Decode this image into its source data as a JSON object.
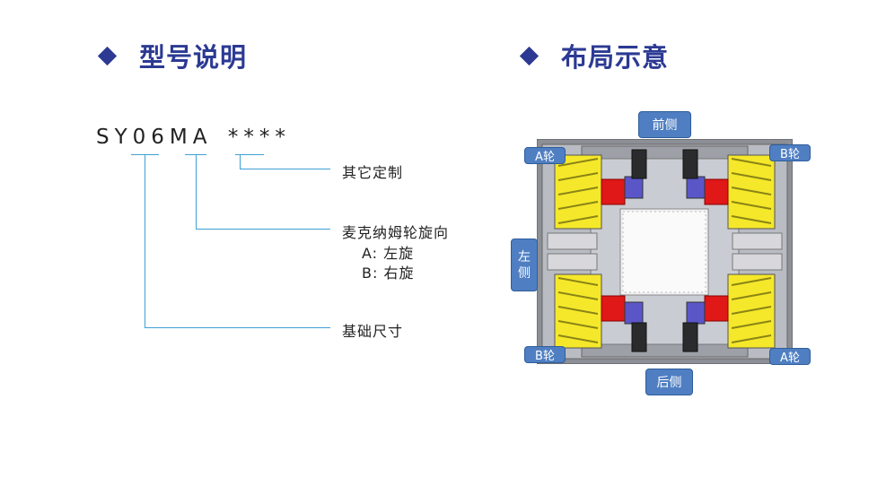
{
  "headings": {
    "left": "型号说明",
    "right": "布局示意"
  },
  "model": {
    "code": "SY06MA",
    "suffix": "****",
    "labels": {
      "other": "其它定制",
      "wheel_direction": "麦克纳姆轮旋向",
      "option_a": "A:  左旋",
      "option_b": "B:  右旋",
      "base_size": "基础尺寸"
    }
  },
  "layout": {
    "front": "前侧",
    "rear": "后侧",
    "left_side": "左侧",
    "wheel_top_left": "A轮",
    "wheel_top_right": "B轮",
    "wheel_bottom_left": "B轮",
    "wheel_bottom_right": "A轮"
  },
  "colors": {
    "accent": "#2c3a93",
    "leader": "#3fa0d4",
    "tag": "#4f7fc2",
    "wheel": "#f5e82a",
    "motor": "#e01818"
  }
}
